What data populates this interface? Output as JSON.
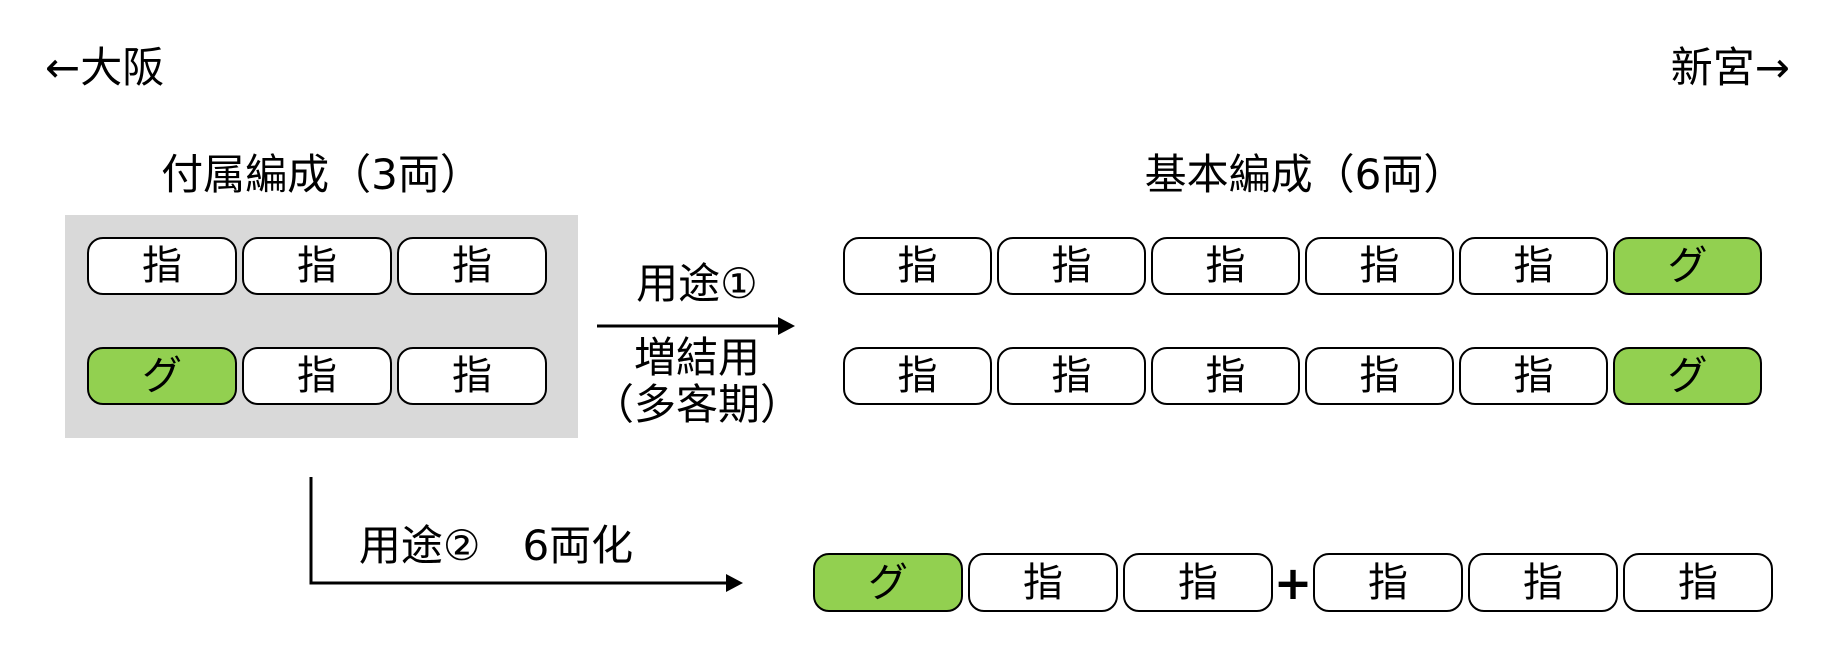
{
  "direction": {
    "left_label": "←大阪",
    "right_label": "新宮→"
  },
  "attached_formation": {
    "title": "付属編成（3両）",
    "rows": [
      {
        "cars": [
          {
            "label": "指",
            "type": "reserved"
          },
          {
            "label": "指",
            "type": "reserved"
          },
          {
            "label": "指",
            "type": "reserved"
          }
        ]
      },
      {
        "cars": [
          {
            "label": "グ",
            "type": "green"
          },
          {
            "label": "指",
            "type": "reserved"
          },
          {
            "label": "指",
            "type": "reserved"
          }
        ]
      }
    ]
  },
  "basic_formation": {
    "title": "基本編成（6両）",
    "rows": [
      {
        "cars": [
          {
            "label": "指",
            "type": "reserved"
          },
          {
            "label": "指",
            "type": "reserved"
          },
          {
            "label": "指",
            "type": "reserved"
          },
          {
            "label": "指",
            "type": "reserved"
          },
          {
            "label": "指",
            "type": "reserved"
          },
          {
            "label": "グ",
            "type": "green"
          }
        ]
      },
      {
        "cars": [
          {
            "label": "指",
            "type": "reserved"
          },
          {
            "label": "指",
            "type": "reserved"
          },
          {
            "label": "指",
            "type": "reserved"
          },
          {
            "label": "指",
            "type": "reserved"
          },
          {
            "label": "指",
            "type": "reserved"
          },
          {
            "label": "グ",
            "type": "green"
          }
        ]
      }
    ]
  },
  "transform1": {
    "label_top": "用途①",
    "label_bottom_1": "増結用",
    "label_bottom_2": "（多客期）"
  },
  "transform2": {
    "label": "用途②　6両化"
  },
  "six_car_result": {
    "left_cars": [
      {
        "label": "グ",
        "type": "green"
      },
      {
        "label": "指",
        "type": "reserved"
      },
      {
        "label": "指",
        "type": "reserved"
      }
    ],
    "plus": "+",
    "right_cars": [
      {
        "label": "指",
        "type": "reserved"
      },
      {
        "label": "指",
        "type": "reserved"
      },
      {
        "label": "指",
        "type": "reserved"
      }
    ]
  },
  "colors": {
    "green_car": "#92d050",
    "white_car": "#ffffff",
    "attached_background": "#d9d9d9",
    "line": "#000000"
  }
}
